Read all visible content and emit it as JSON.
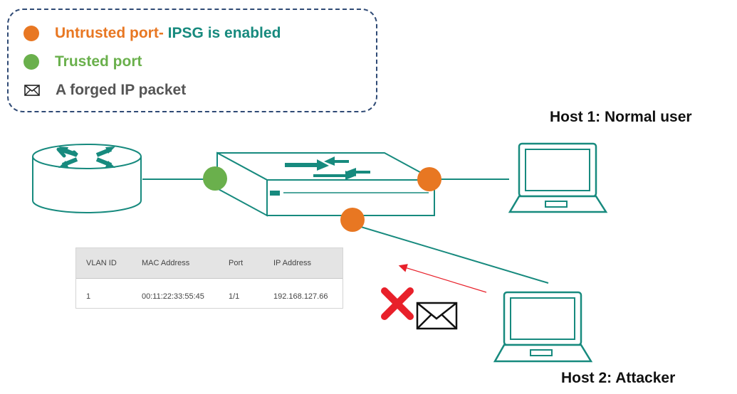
{
  "legend": {
    "items": [
      {
        "icon": "orange-dot-icon",
        "color": "#e87722",
        "text_a": "Untrusted port-",
        "text_b": "IPSG is enabled",
        "color_b": "#178a7e"
      },
      {
        "icon": "green-dot-icon",
        "color": "#6ab04c",
        "text": "Trusted port"
      },
      {
        "icon": "envelope-icon",
        "color": "#555555",
        "text": "A forged IP packet"
      }
    ]
  },
  "hosts": {
    "host1": "Host 1: Normal user",
    "host2": "Host 2: Attacker"
  },
  "table": {
    "headers": [
      "VLAN ID",
      "MAC Address",
      "Port",
      "IP Address"
    ],
    "rows": [
      [
        "1",
        "00:11:22:33:55:45",
        "1/1",
        "192.168.127.66"
      ]
    ]
  },
  "colors": {
    "teal": "#178a7e",
    "untrusted": "#e87722",
    "trusted": "#6ab04c",
    "blocked": "#e8202a",
    "forged_arrow": "#e8202a"
  }
}
